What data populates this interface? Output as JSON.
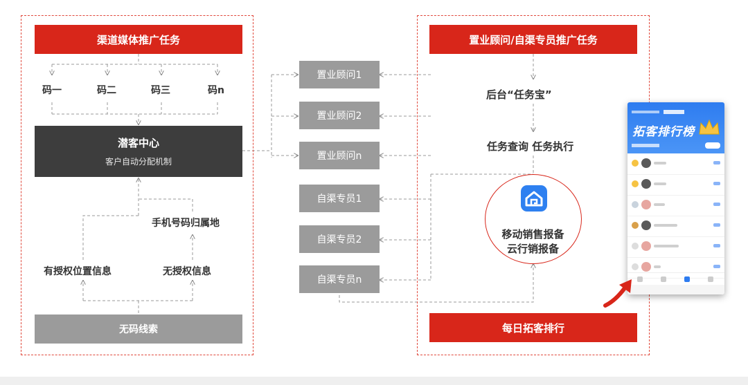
{
  "left": {
    "title": "渠道媒体推广任务",
    "codes": [
      "码一",
      "码二",
      "码三",
      "码n"
    ],
    "center_title": "潜客中心",
    "center_subtitle": "客户自动分配机制",
    "phone_location": "手机号码归属地",
    "authorized": "有授权位置信息",
    "unauthorized": "无授权信息",
    "no_code": "无码线索"
  },
  "middle": {
    "items": [
      "置业顾问1",
      "置业顾问2",
      "置业顾问n",
      "自渠专员1",
      "自渠专员2",
      "自渠专员n"
    ]
  },
  "right": {
    "title": "置业顾问/自渠专员推广任务",
    "backend": "后台“任务宝”",
    "query": "任务查询 任务执行",
    "app_line1": "移动销售报备",
    "app_line2": "云行销报备",
    "daily": "每日拓客排行"
  },
  "phone": {
    "title": "拓客排行榜"
  },
  "colors": {
    "red": "#d8261a",
    "dark": "#3d3d3d",
    "gray": "#9b9b9b",
    "blue": "#2e7cf0"
  }
}
